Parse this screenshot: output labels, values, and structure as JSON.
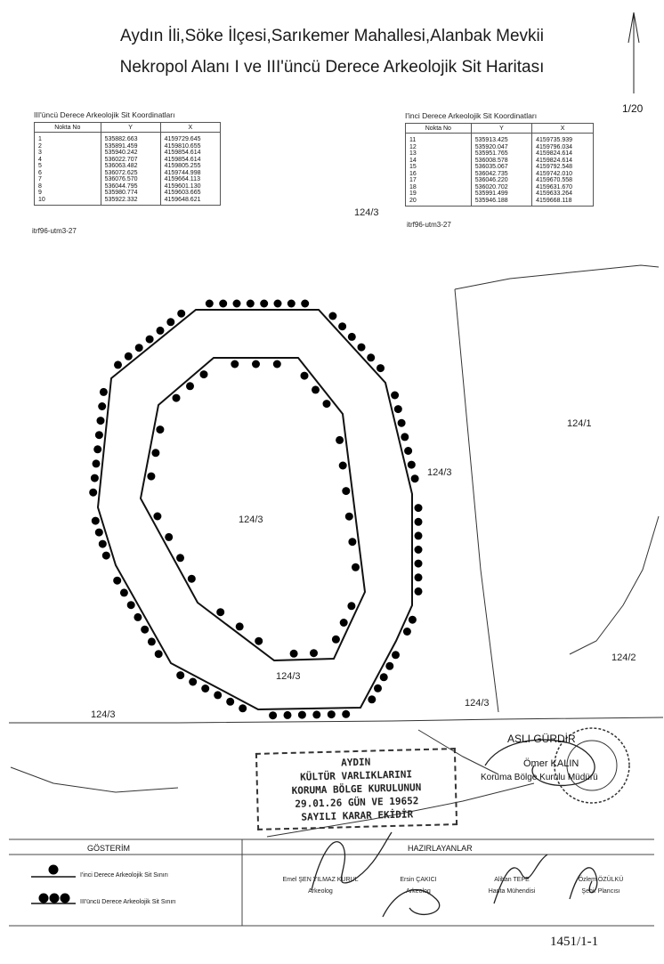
{
  "title": {
    "line1": "Aydın İli,Söke İlçesi,Sarıkemer Mahallesi,Alanbak Mevkii",
    "line2": "Nekropol Alanı I ve III'üncü Derece Arkeolojik Sit Haritası"
  },
  "scale_label": "1/20",
  "table_left": {
    "title": "III'üncü Derece Arkeolojik Sit Koordinatları",
    "headers": [
      "Nokta No",
      "Y",
      "X"
    ],
    "rows": [
      [
        "1",
        "535882.663",
        "4159729.645"
      ],
      [
        "2",
        "535891.459",
        "4159810.655"
      ],
      [
        "3",
        "535940.242",
        "4159854.614"
      ],
      [
        "4",
        "536022.707",
        "4159854.614"
      ],
      [
        "5",
        "536063.482",
        "4159805.255"
      ],
      [
        "6",
        "536072.625",
        "4159744.998"
      ],
      [
        "7",
        "536076.570",
        "4159664.113"
      ],
      [
        "8",
        "536044.795",
        "4159601.130"
      ],
      [
        "9",
        "535980.774",
        "4159603.665"
      ],
      [
        "10",
        "535922.332",
        "4159648.621"
      ]
    ],
    "crs": "itrf96-utm3-27"
  },
  "table_right": {
    "title": "I'inci Derece Arkeolojik Sit Koordinatları",
    "headers": [
      "Nokta No",
      "Y",
      "X"
    ],
    "rows": [
      [
        "11",
        "535913.425",
        "4159735.939"
      ],
      [
        "12",
        "535920.047",
        "4159796.034"
      ],
      [
        "13",
        "535951.765",
        "4159824.614"
      ],
      [
        "14",
        "536008.578",
        "4159824.614"
      ],
      [
        "15",
        "536035.067",
        "4159792.548"
      ],
      [
        "16",
        "536042.735",
        "4159742.010"
      ],
      [
        "17",
        "536046.220",
        "4159670.558"
      ],
      [
        "18",
        "536020.702",
        "4159631.670"
      ],
      [
        "19",
        "535991.499",
        "4159633.264"
      ],
      [
        "20",
        "535946.188",
        "4159668.118"
      ]
    ],
    "crs": "itrf96-utm3-27"
  },
  "parcels": {
    "p1": "124/3",
    "p2": "124/1",
    "p3": "124/3",
    "p4": "124/3",
    "p5": "124/3",
    "p6": "124/2",
    "p7": "124/3",
    "p8": "124/3"
  },
  "stamp": {
    "line1": "AYDIN",
    "line2": "KÜLTÜR VARLIKLARINI",
    "line3": "KORUMA BÖLGE KURULUNUN",
    "line4": "29.01.26 GÜN VE 19652",
    "line5": "SAYILI KARAR EKİDİR"
  },
  "approval": {
    "name": "ASLI GÜRDİR",
    "sub": "Ömer KALIN",
    "role": "Koruma Bölge Kurulu Müdürü"
  },
  "legend": {
    "title": "GÖSTERİM",
    "item1": "I'inci Derece Arkeolojik Sit Sınırı",
    "item2": "III'üncü Derece Arkeolojik Sit Sınırı"
  },
  "prepared": {
    "title": "HAZIRLAYANLAR",
    "people": [
      {
        "name": "Emel ŞEN YILMAZ KURUL",
        "role": "Arkeolog"
      },
      {
        "name": "Ersin ÇAKICI",
        "role": "Arkeolog"
      },
      {
        "name": "Alihan TEPE",
        "role": "Harita Mühendisi"
      },
      {
        "name": "Özlem ÖZÜLKÜ",
        "role": "Şehir Plancısı"
      }
    ]
  },
  "sheet_number": "1451/1-1"
}
